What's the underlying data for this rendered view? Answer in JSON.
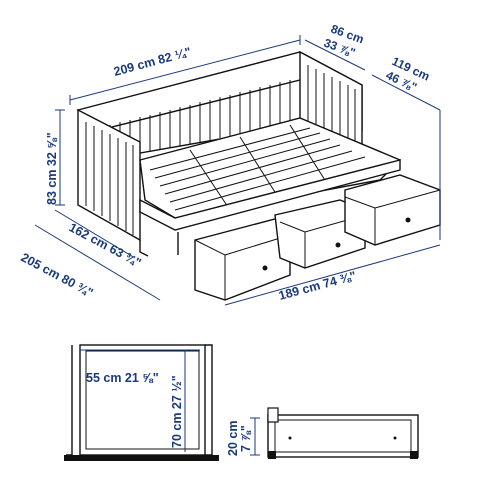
{
  "diagram": {
    "colors": {
      "dimension_text": "#1a3a7a",
      "drawing_ink": "#111111",
      "background": "#ffffff"
    },
    "dimensions": {
      "bed_length": "209 cm 82 ¼\"",
      "bed_depth": "86 cm\n33 ⅞\"",
      "bed_depth_line1": "86 cm",
      "bed_depth_line2": "33 ⅞\"",
      "extended_depth_line1": "119 cm",
      "extended_depth_line2": "46 ⅞\"",
      "bed_height": "83 cm 32 ⅝\"",
      "frame_depth": "162 cm 63 ¾\"",
      "extended_length": "205 cm 80 ¾\"",
      "drawers_span": "189 cm 74 ⅜\"",
      "drawer_width": "55 cm 21 ⅝\"",
      "drawer_depth": "70 cm 27 ½\"",
      "drawer_height_line1": "20 cm",
      "drawer_height_line2": "7 ⅞\""
    }
  }
}
